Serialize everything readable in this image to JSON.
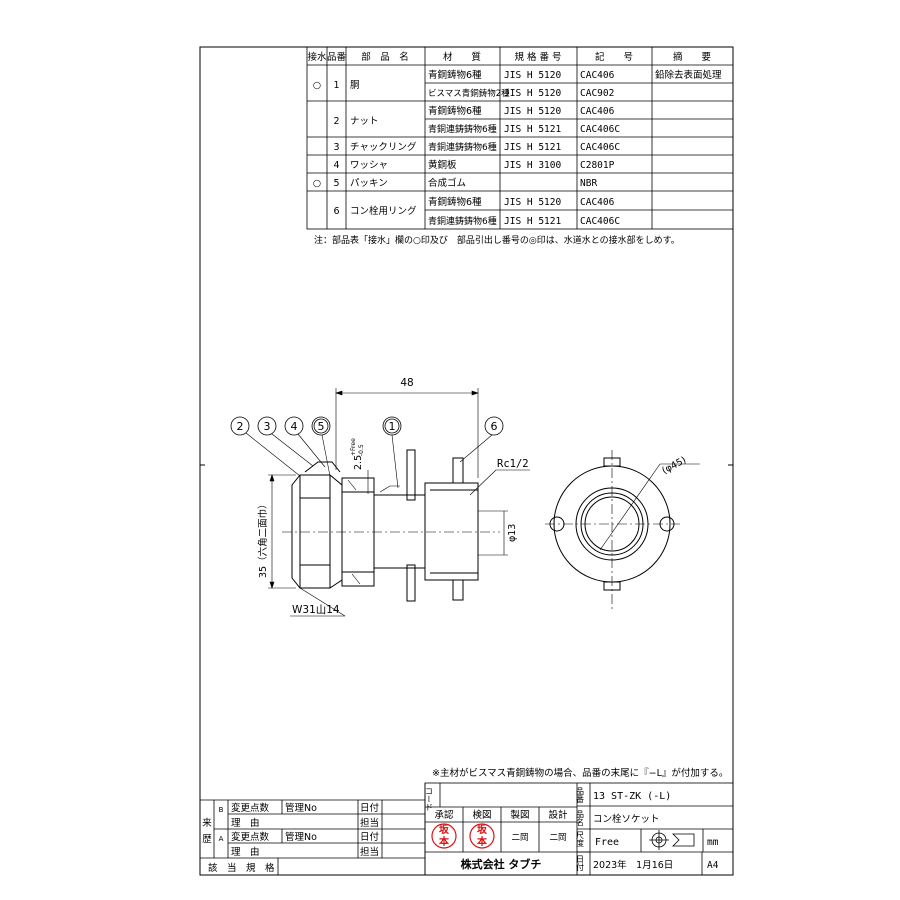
{
  "parts_table": {
    "headers": {
      "drain": "接水",
      "no": "品番",
      "name": "部　品　名",
      "material": "材　　質",
      "spec": "規 格 番 号",
      "symbol": "記　　号",
      "remarks": "摘　　要"
    },
    "rows": [
      {
        "drain": "○",
        "no": "1",
        "name": "胴",
        "material": "青銅鋳物6種",
        "spec": "JIS H 5120",
        "symbol": "CAC406",
        "remarks": "鉛除去表面処理"
      },
      {
        "drain": "",
        "no": "",
        "name": "",
        "material": "ビスマス青銅鋳物2種",
        "spec": "JIS H 5120",
        "symbol": "CAC902",
        "remarks": ""
      },
      {
        "drain": "",
        "no": "2",
        "name": "ナット",
        "material": "青銅鋳物6種",
        "spec": "JIS H 5120",
        "symbol": "CAC406",
        "remarks": ""
      },
      {
        "drain": "",
        "no": "",
        "name": "",
        "material": "青銅連鋳鋳物6種",
        "spec": "JIS H 5121",
        "symbol": "CAC406C",
        "remarks": ""
      },
      {
        "drain": "",
        "no": "3",
        "name": "チャックリング",
        "material": "青銅連鋳鋳物6種",
        "spec": "JIS H 5121",
        "symbol": "CAC406C",
        "remarks": ""
      },
      {
        "drain": "",
        "no": "4",
        "name": "ワッシャ",
        "material": "黄銅板",
        "spec": "JIS H 3100",
        "symbol": "C2801P",
        "remarks": ""
      },
      {
        "drain": "○",
        "no": "5",
        "name": "パッキン",
        "material": "合成ゴム",
        "spec": "",
        "symbol": "NBR",
        "remarks": ""
      },
      {
        "drain": "",
        "no": "6",
        "name": "コン栓用リング",
        "material": "青銅鋳物6種",
        "spec": "JIS H 5120",
        "symbol": "CAC406",
        "remarks": ""
      },
      {
        "drain": "",
        "no": "",
        "name": "",
        "material": "青銅連鋳鋳物6種",
        "spec": "JIS H 5121",
        "symbol": "CAC406C",
        "remarks": ""
      }
    ],
    "note": "注：部品表「接水」欄の○印及び　部品引出し番号の◎印は、水道水との接水部をしめす。"
  },
  "drawing": {
    "balloons": [
      "2",
      "3",
      "4",
      "5",
      "1",
      "6"
    ],
    "dim_48": "48",
    "dim_tol": "2.5",
    "dim_tol_sup": "+Free",
    "dim_tol_sub": "-0.5",
    "thread_rc": "Rc1/2",
    "dim_phi13": "φ13",
    "dim_35": "35（六角二面巾）",
    "thread_w": "W31山14",
    "dim_phi45": "(φ45)"
  },
  "bismuth_note": "※主材がビスマス青銅鋳物の場合、品番の末尾に『−L』が付加する。",
  "revision_block": {
    "rows": [
      {
        "mark": "B",
        "change_label": "変更点数",
        "mgmt_label": "管理No",
        "date_label": "日付"
      },
      {
        "reason_label": "理　由",
        "charge_label": "担当"
      },
      {
        "mark": "A",
        "change_label": "変更点数",
        "mgmt_label": "管理No",
        "date_label": "日付"
      },
      {
        "reason_label": "理　由",
        "charge_label": "担当"
      }
    ],
    "side_label_top": "来",
    "side_label_bottom": "歴",
    "standard_label": "該　当　規　格"
  },
  "title_block": {
    "code_label": "コード",
    "approval_headers": [
      "承認",
      "検図",
      "製図",
      "設計"
    ],
    "stamp_text": [
      "坂",
      "本"
    ],
    "drafter": "二岡",
    "designer": "二岡",
    "company": "株式会社 タブチ",
    "part_no_label": "品番",
    "part_no": "13 ST-ZK (-L)",
    "part_name_label": "品名",
    "part_name": "コン栓ソケット",
    "scale_label": "尺度",
    "scale": "Free",
    "unit": "mm",
    "date_label": "日付",
    "date": "2023年　1月16日",
    "paper": "A4"
  }
}
